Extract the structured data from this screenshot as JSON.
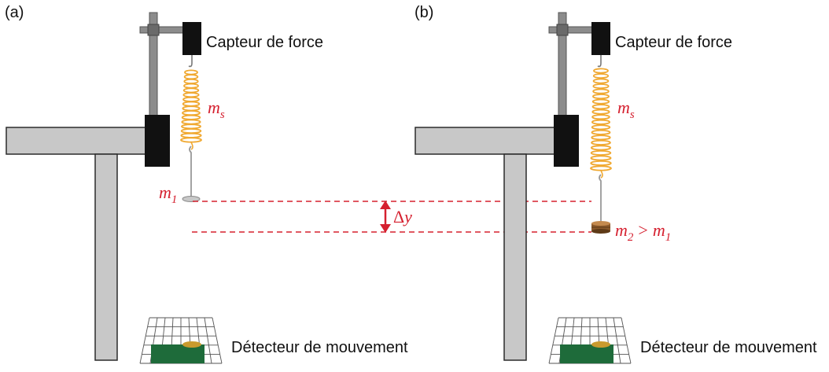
{
  "panels": [
    {
      "id": "a",
      "label": "(a)",
      "force_sensor_label": "Capteur de force",
      "spring_mass_symbol": "m",
      "spring_mass_subscript": "s",
      "hanging_mass_symbol": "m",
      "hanging_mass_subscript": "1",
      "motion_detector_label": "Détecteur de mouvement"
    },
    {
      "id": "b",
      "label": "(b)",
      "force_sensor_label": "Capteur de force",
      "spring_mass_symbol": "m",
      "spring_mass_subscript": "s",
      "hanging_mass_left_symbol": "m",
      "hanging_mass_left_subscript": "2",
      "comparison": ">",
      "hanging_mass_right_symbol": "m",
      "hanging_mass_right_subscript": "1",
      "motion_detector_label": "Détecteur de mouvement"
    }
  ],
  "displacement": {
    "delta": "Δ",
    "symbol": "y"
  },
  "colors": {
    "accent_red": "#d5202f",
    "spring": "#f0a830",
    "table": "#c8c8c8",
    "clamp": "#111111",
    "stand": "#8c8c8c",
    "detector": "#1e6b3a",
    "detector_dish": "#c99a2e",
    "wood_mass": "#8b5a2b"
  }
}
